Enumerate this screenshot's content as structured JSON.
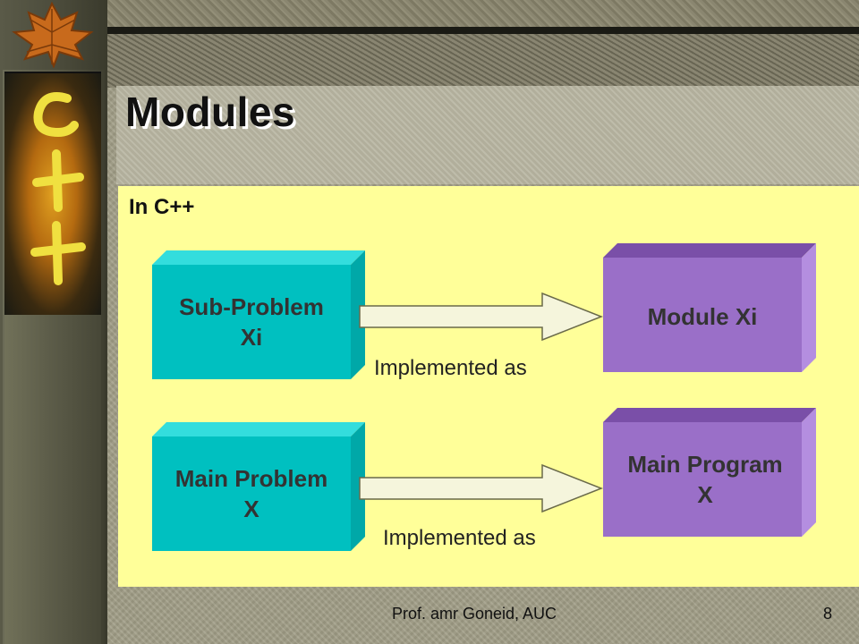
{
  "slide": {
    "title": "Modules",
    "section_label": "In C++",
    "footer": "Prof. amr Goneid, AUC",
    "page_number": "8"
  },
  "logo": {
    "text": "C++",
    "icon": "leaf-icon"
  },
  "diagram": {
    "rows": [
      {
        "source_line1": "Sub-Problem",
        "source_line2": "Xi",
        "relation": "Implemented as",
        "target_line1": "Module Xi",
        "target_line2": ""
      },
      {
        "source_line1": "Main Problem",
        "source_line2": "X",
        "relation": "Implemented as",
        "target_line1": "Main Program",
        "target_line2": "X"
      }
    ]
  },
  "colors": {
    "source_box": "#00c0c0",
    "target_box": "#9a6fc8",
    "arrow_fill": "#f5f5dc",
    "panel": "#ffff99"
  }
}
